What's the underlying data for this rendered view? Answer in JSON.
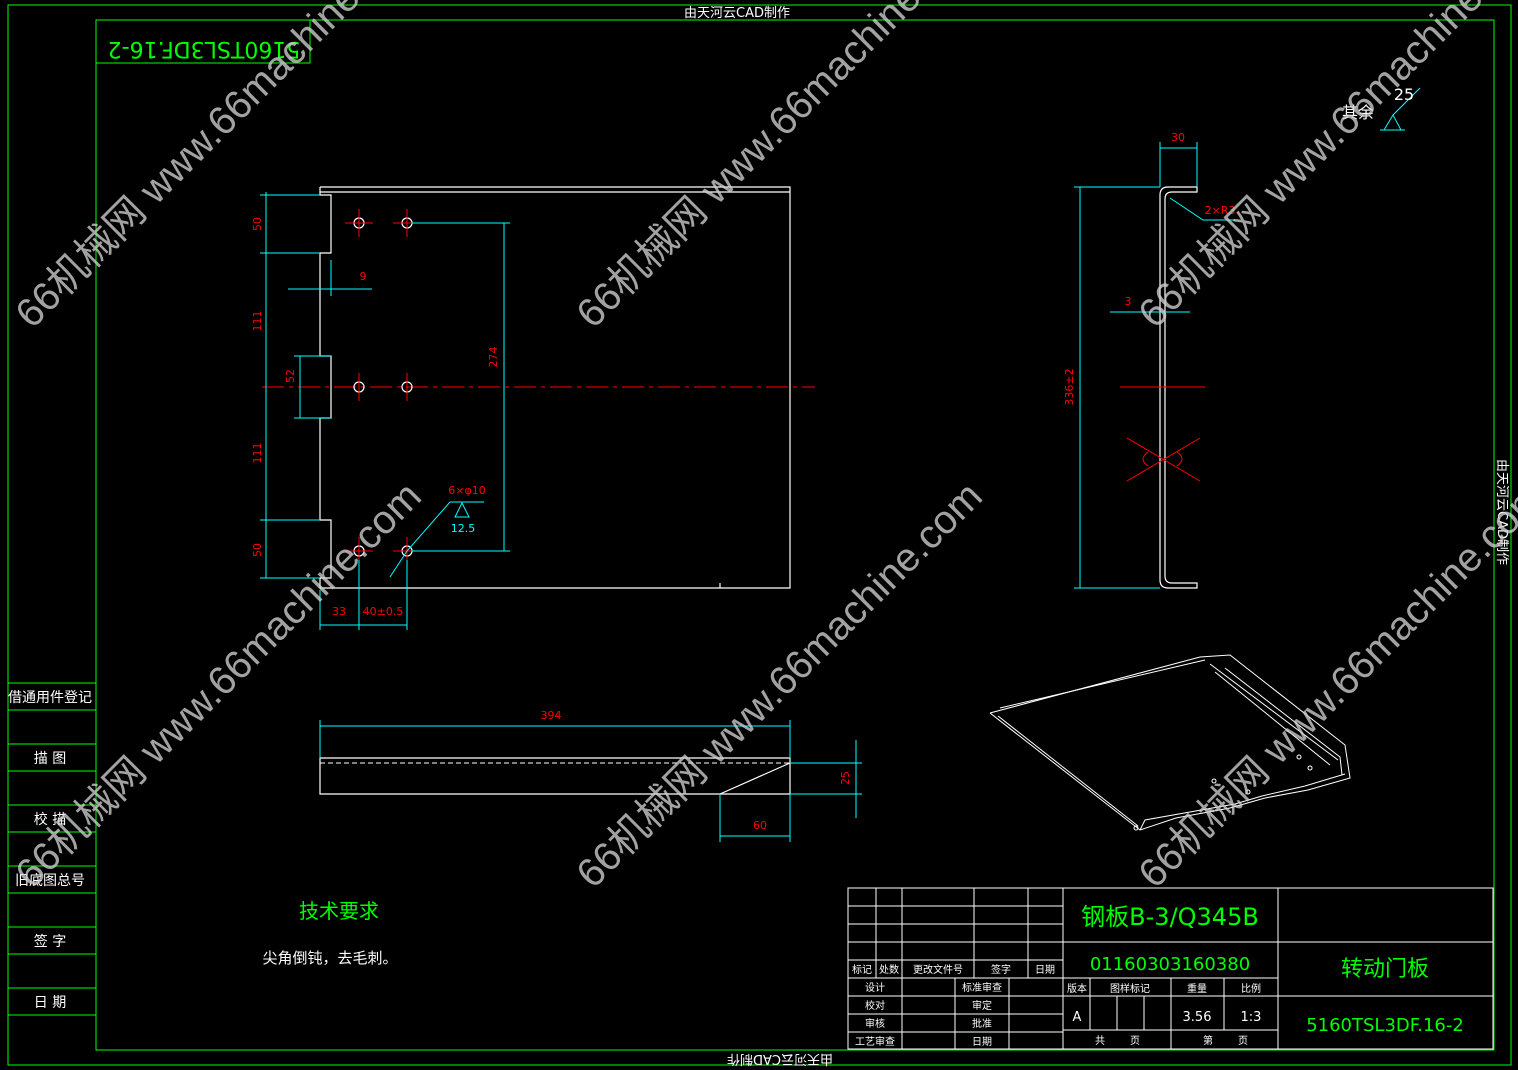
{
  "sheet": {
    "top_banner": "由天河云CAD制作",
    "bottom_banner": "由天河云CAD制作",
    "right_banner": "由天河云CAD制作",
    "mirrored_code": "5160TSL3DF.16-2"
  },
  "watermarks": [
    "66机械网 www.66machine.com",
    "66机械网 www.66machine.com",
    "66机械网 www.66machine.com",
    "66机械网 www.66machine.com",
    "66机械网 www.66machine.com",
    "66机械网 www.66machine.com"
  ],
  "front_view": {
    "dims": {
      "top_tab": "50",
      "upper_span": "111",
      "center_tab": "52",
      "lower_span": "111",
      "bottom_tab": "50",
      "step": "9",
      "hole_span": "274",
      "hole_spec": "6×φ10",
      "roughness": "12.5",
      "edge_offset": "33",
      "hole_pitch": "40±0.5"
    }
  },
  "side_view": {
    "dims": {
      "flange": "30",
      "bend_radius": "2×R3",
      "thickness": "3",
      "height": "336±2"
    }
  },
  "top_view": {
    "dims": {
      "width": "394",
      "depth": "25",
      "chamfer": "60"
    }
  },
  "roughness_note": {
    "label": "其余",
    "value": "25"
  },
  "tech_requirements": {
    "title": "技术要求",
    "text": "尖角倒钝，去毛刺。"
  },
  "left_strip": [
    "借通用件登记",
    "描 图",
    "校 描",
    "旧底图总号",
    "签 字",
    "日 期"
  ],
  "title_block": {
    "material": "钢板B-3/Q345B",
    "code": "01160303160380",
    "part_name": "转动门板",
    "drawing_no": "5160TSL3DF.16-2",
    "rev_headers": [
      "标记",
      "处数",
      "更改文件号",
      "签字",
      "日期"
    ],
    "role_labels": [
      "设计",
      "校对",
      "审核",
      "工艺审查"
    ],
    "role_labels2": [
      "标准审查",
      "审定",
      "批准",
      "日期"
    ],
    "stage_headers": [
      "版本",
      "图样标记",
      "重量",
      "比例"
    ],
    "stage_values": [
      "A",
      "3.56",
      "1:3"
    ],
    "sheets": [
      "共",
      "页",
      "第",
      "页"
    ]
  },
  "colors": {
    "background": "#000000",
    "frame": "#00ff00",
    "outline": "#ffffff",
    "dimension": "#00ffff",
    "dimension_text": "#ff0000",
    "center_line": "#ff0000"
  }
}
